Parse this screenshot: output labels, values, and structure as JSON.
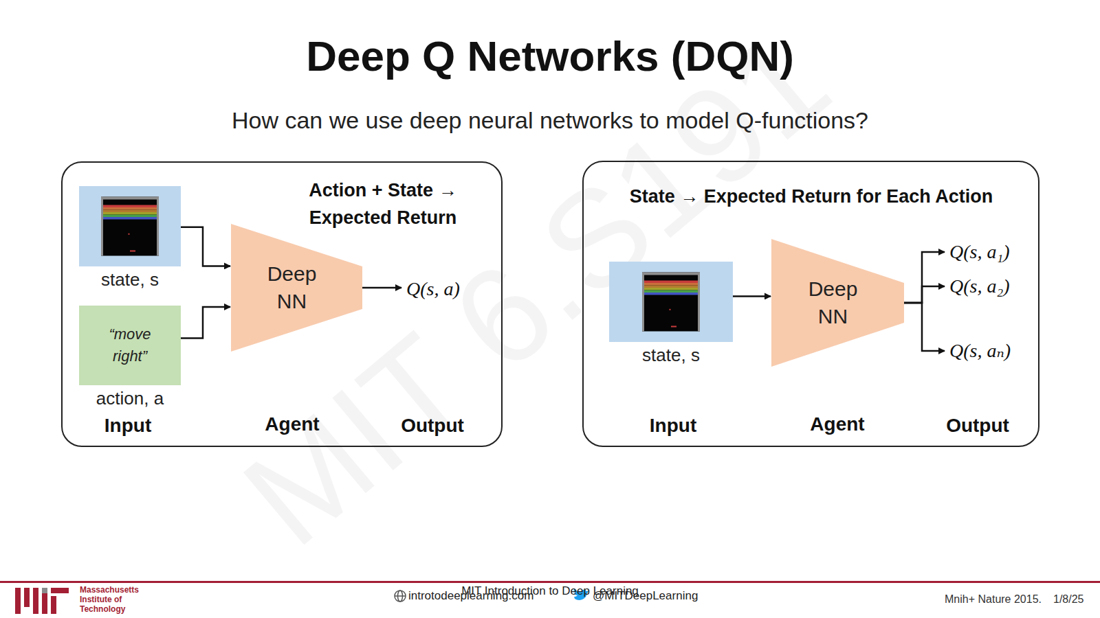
{
  "diagram": {
    "title": "Deep Q Networks (DQN)",
    "caption": "How can we use deep neural networks to model Q-functions?",
    "nodes": [
      {
        "text": [
          "Action + State → Expected Return"
        ]
      },
      {
        "text": [
          "state, s"
        ],
        "in": 0
      },
      {
        "text": [
          "“move right”",
          "action, a"
        ],
        "in": 0
      },
      {
        "text": [
          "Deep NN"
        ],
        "in": 0
      },
      {
        "text": [
          "Q(s, a)"
        ],
        "in": 0
      },
      {
        "text": [
          "State → Expected Return for Each Action"
        ]
      },
      {
        "text": [
          "state, s"
        ],
        "in": 5
      },
      {
        "text": [
          "Deep NN"
        ],
        "in": 5
      },
      {
        "text": [
          "Q(s, a₁)"
        ],
        "in": 5
      },
      {
        "text": [
          "Q(s, a₂)"
        ],
        "in": 5
      },
      {
        "text": [
          "Q(s, aₙ)"
        ],
        "in": 5
      }
    ],
    "edges": [
      {
        "from": 1,
        "to": 3,
        "arrow": "to"
      },
      {
        "from": 2,
        "to": 3,
        "arrow": "to"
      },
      {
        "from": 3,
        "to": 4,
        "arrow": "to"
      },
      {
        "from": 6,
        "to": 7,
        "arrow": "to"
      },
      {
        "from": 7,
        "to": 8,
        "arrow": "to"
      },
      {
        "from": 7,
        "to": 9,
        "arrow": "to"
      },
      {
        "from": 7,
        "to": 10,
        "arrow": "to"
      }
    ],
    "labels": [
      "Input",
      "Agent",
      "Output",
      "Input",
      "Agent",
      "Output",
      "MIT 6.S191",
      "Massachusetts Institute of Technology",
      "MIT Introduction to Deep Learning",
      "introtodeeplearning.com",
      "@MITDeepLearning",
      "Mnih+ Nature 2015.",
      "1/8/25"
    ]
  }
}
